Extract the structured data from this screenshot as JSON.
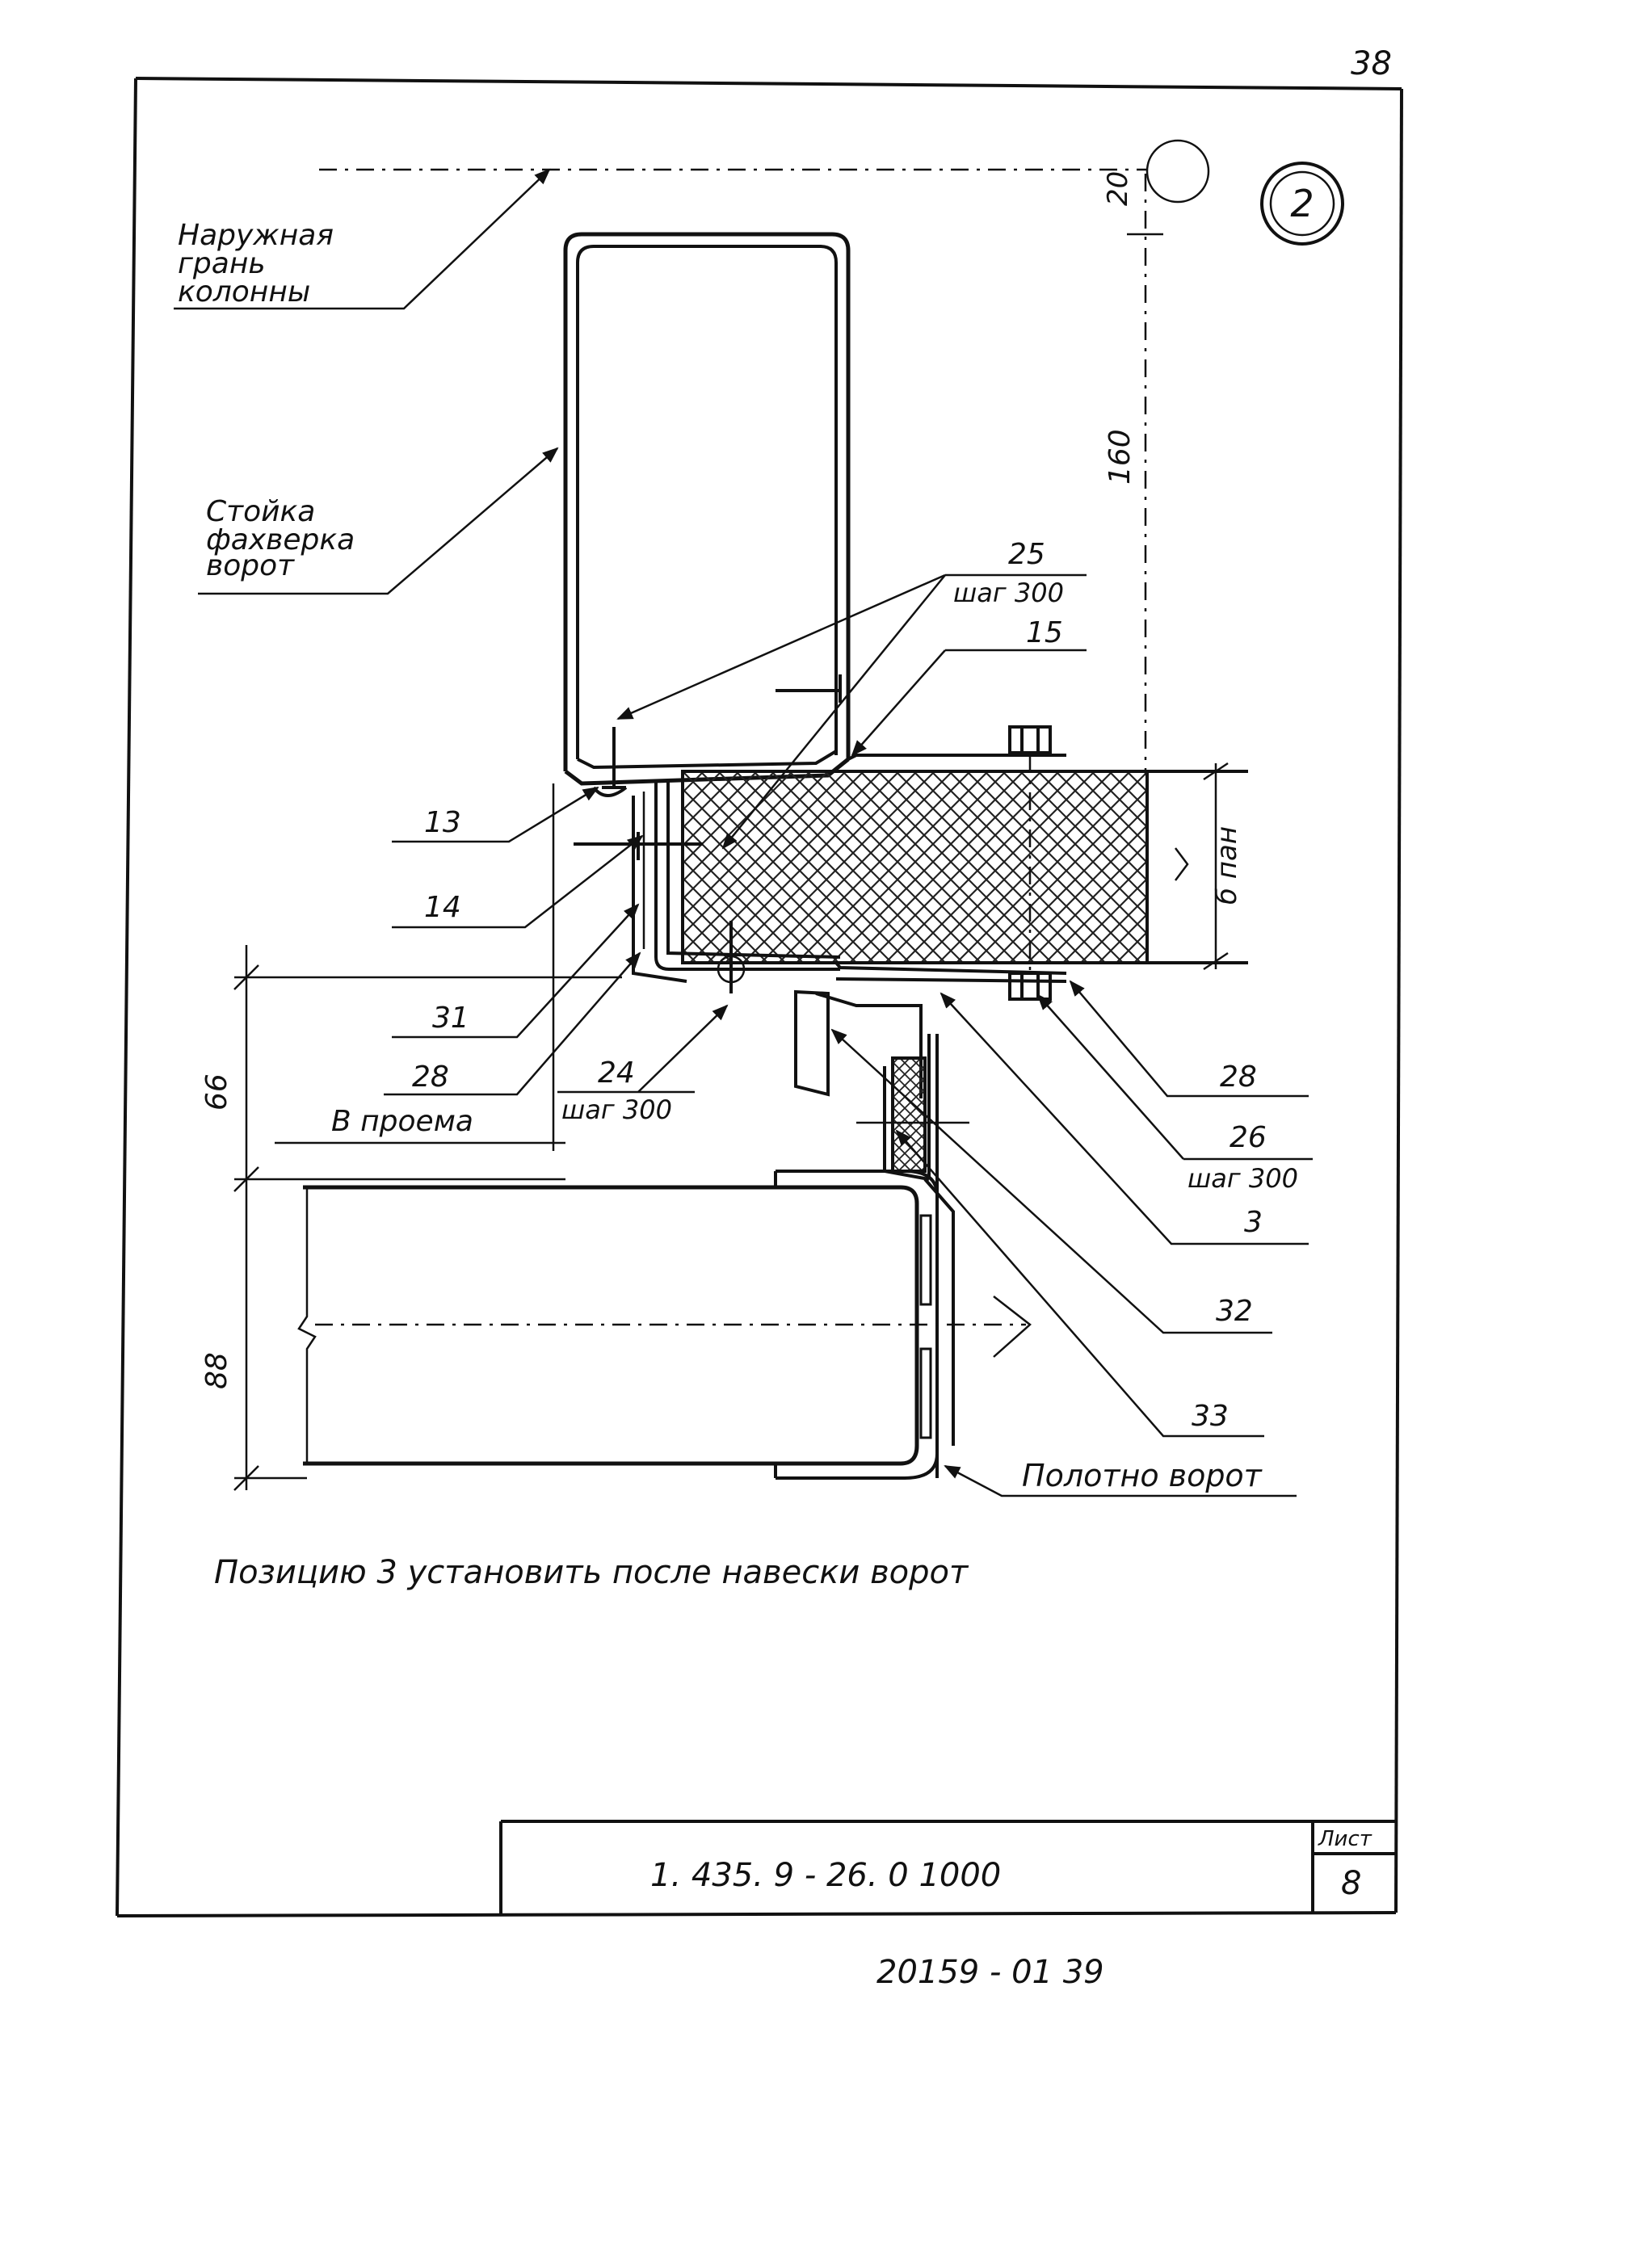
{
  "page_number": "38",
  "section_mark": "2",
  "labels": {
    "outer_face": [
      "Наружная",
      "грань",
      "колонны"
    ],
    "post": [
      "Стойка",
      "фахверка",
      "ворот"
    ],
    "door_leaf": "Полотно ворот",
    "in_opening": "В проема"
  },
  "dimensions": {
    "d20": "20",
    "d160": "160",
    "d66": "66",
    "d88": "88",
    "b_pan": "б пан"
  },
  "callouts": {
    "p25": "25",
    "p25_step": "шаг 300",
    "p15": "15",
    "p13": "13",
    "p14": "14",
    "p31": "31",
    "p28_left": "28",
    "p24": "24",
    "p24_step": "шаг 300",
    "p28_right": "28",
    "p26": "26",
    "p26_step": "шаг 300",
    "p3": "3",
    "p32": "32",
    "p33": "33"
  },
  "note": "Позицию 3 установить после навески ворот",
  "title_block": {
    "code": "1. 435. 9 - 26. 0  1000",
    "sheet_label": "Лист",
    "sheet_number": "8"
  },
  "archive_number": "20159 - 01   39"
}
